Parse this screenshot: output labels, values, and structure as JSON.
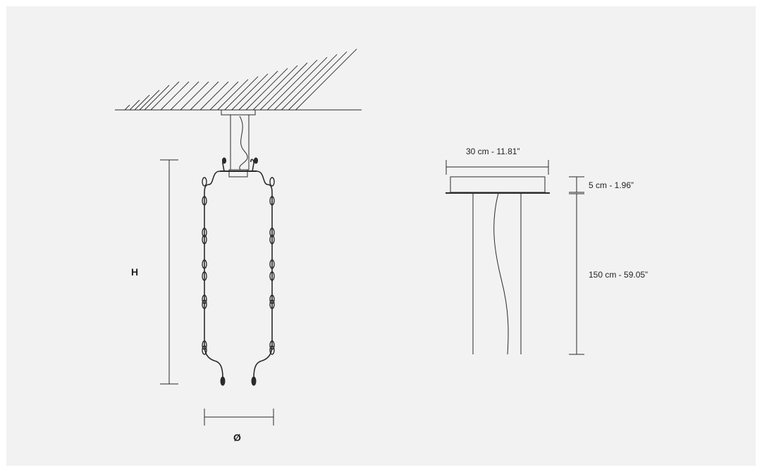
{
  "diagram": {
    "labels": {
      "height": "H",
      "diameter": "Ø",
      "canopy_width": "30 cm - 11.81”",
      "canopy_height": "5 cm - 1.96”",
      "cable_length": "150 cm - 59.05”"
    },
    "colors": {
      "background": "#f2f2f2",
      "line": "#2a2a2a"
    }
  }
}
